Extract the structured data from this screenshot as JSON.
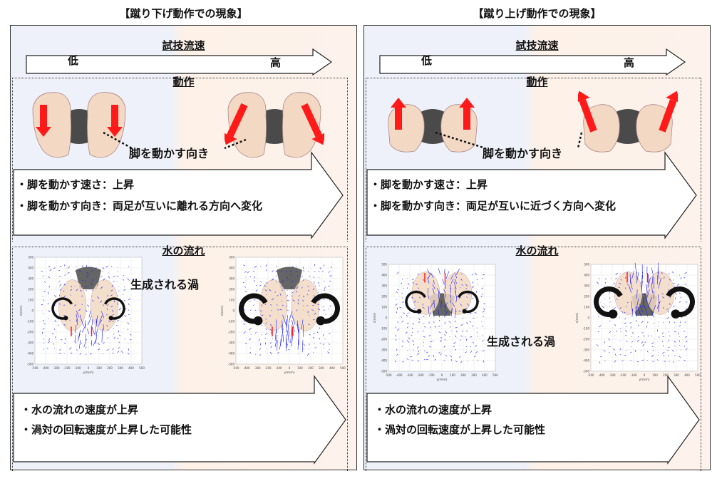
{
  "panels": [
    {
      "title": "【蹴り下げ動作での現象】",
      "speed_label": "試技流速",
      "low": "低",
      "high": "高",
      "motion_heading": "動作",
      "leg_direction_label": "脚を動かす向き",
      "motion_bullets": [
        "・脚を動かす速さ：上昇",
        "・脚を動かす向き：両足が互いに離れる方向へ変化"
      ],
      "flow_heading": "水の流れ",
      "vortex_label": "生成される渦",
      "flow_bullets": [
        "・水の流れの速度が上昇",
        "・渦対の回転速度が上昇した可能性"
      ],
      "kick": "down"
    },
    {
      "title": "【蹴り上げ動作での現象】",
      "speed_label": "試技流速",
      "low": "低",
      "high": "高",
      "motion_heading": "動作",
      "leg_direction_label": "脚を動かす向き",
      "motion_bullets": [
        "・脚を動かす速さ：上昇",
        "・脚を動かす向き：両足が互いに近づく方向へ変化"
      ],
      "flow_heading": "水の流れ",
      "vortex_label": "生成される渦",
      "flow_bullets": [
        "・水の流れの速度が上昇",
        "・渦対の回転速度が上昇した可能性"
      ],
      "kick": "up"
    }
  ],
  "chart_axes": {
    "xlabel": "y(mm)",
    "ylabel": "z(mm)",
    "range": [
      -500,
      500
    ],
    "tick_step": 100
  },
  "colors": {
    "flow_vector": "#1a1aff",
    "leg_arrow": "#ff1a1a",
    "foot": "#f3d9c4",
    "body": "#4a4a4a"
  }
}
